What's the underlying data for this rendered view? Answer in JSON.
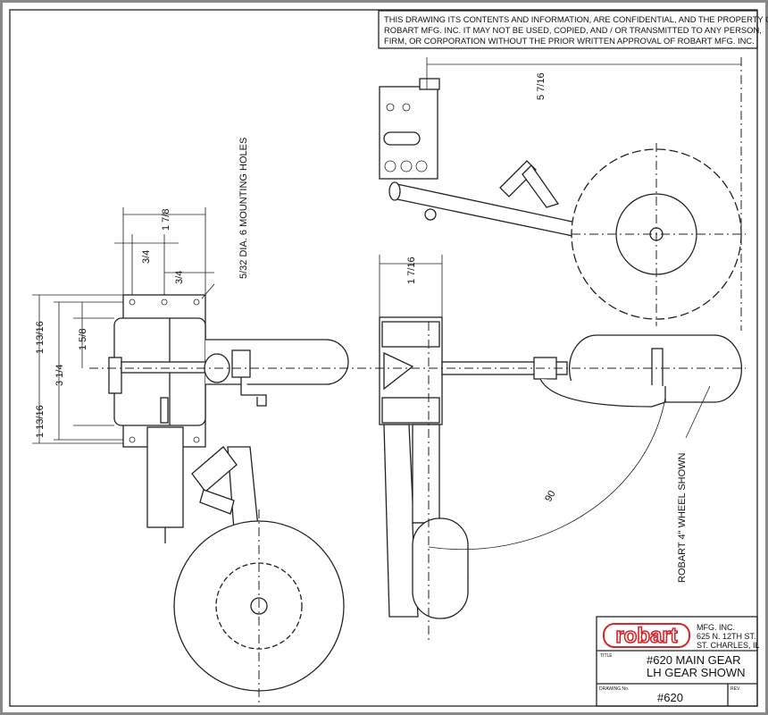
{
  "notice": {
    "lines": [
      "THIS DRAWING ITS CONTENTS AND INFORMATION, ARE CONFIDENTIAL, AND THE PROPERTY OF",
      "ROBART MFG. INC. IT MAY NOT BE USED, COPIED, AND / OR TRANSMITTED TO ANY PERSON,",
      "FIRM, OR CORPORATION WITHOUT THE PRIOR WRITTEN APPROVAL OF ROBART MFG. INC."
    ]
  },
  "dimensions": {
    "d1": "1 7/8",
    "d2": "3/4",
    "d3": "3/4",
    "holes": "5/32 DIA. 6 MOUNTING HOLES",
    "d4": "1 13/16",
    "d5": "1 5/8",
    "d6": "3 1/4",
    "d7": "1 13/16",
    "d8": "5 7/16",
    "d9": "1 7/16",
    "angle": "90",
    "wheel_note": "ROBART 4\" WHEEL SHOWN"
  },
  "title_block": {
    "logo": "robart",
    "company": [
      "MFG. INC.",
      "625 N. 12TH ST.",
      "ST. CHARLES, IL"
    ],
    "title_label": "TITLE",
    "title": [
      "#620 MAIN GEAR",
      "LH GEAR SHOWN"
    ],
    "drawing_no_label": "DRAWING No.",
    "drawing_no": "#620",
    "rev_label": "REV."
  },
  "colors": {
    "logo": "#d6262b",
    "line": "#222222"
  }
}
